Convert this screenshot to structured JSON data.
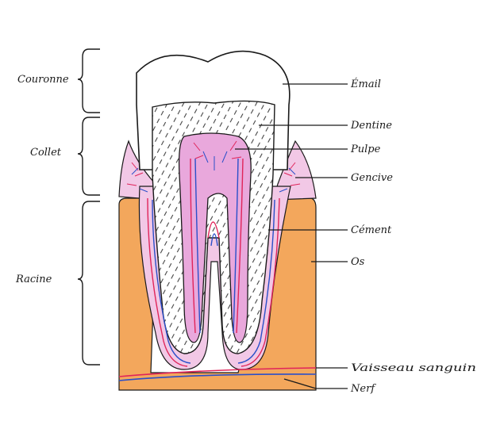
{
  "diagram": {
    "regions": {
      "crown": "Couronne",
      "neck": "Collet",
      "root": "Racine"
    },
    "labels": {
      "enamel": "Émail",
      "dentin": "Dentine",
      "pulp": "Pulpe",
      "gum": "Gencive",
      "cementum": "Cément",
      "bone": "Os",
      "blood_vessel": "Vaisseau sanguin",
      "nerve": "Nerf"
    },
    "colors": {
      "bone": "#f3a75c",
      "gum": "#f2c8e6",
      "pulp": "#e9a8dc",
      "artery": "#e0245a",
      "vein": "#2a4fc9",
      "nerve": "#7a3aa8",
      "outline": "#1a1a1a"
    }
  }
}
